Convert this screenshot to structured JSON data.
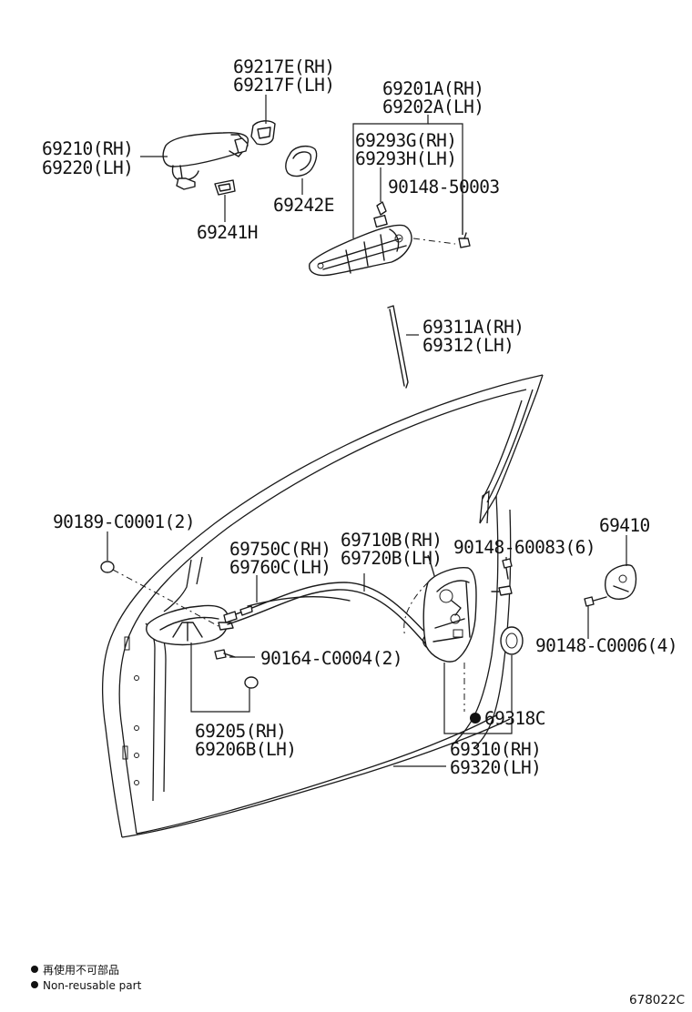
{
  "labels": {
    "l1a": "69217E(RH)",
    "l1b": "69217F(LH)",
    "l2a": "69201A(RH)",
    "l2b": "69202A(LH)",
    "l3a": "69210(RH)",
    "l3b": "69220(LH)",
    "l4a": "69293G(RH)",
    "l4b": "69293H(LH)",
    "l5": "90148-50003",
    "l6": "69242E",
    "l7": "69241H",
    "l8a": "69311A(RH)",
    "l8b": "69312(LH)",
    "l9": "90189-C0001(2)",
    "l10": "69410",
    "l11a": "69710B(RH)",
    "l11b": "69720B(LH)",
    "l12a": "69750C(RH)",
    "l12b": "69760C(LH)",
    "l13": "90148-60083(6)",
    "l14": "90148-C0006(4)",
    "l15": "90164-C0004(2)",
    "l16": "69318C",
    "l17a": "69205(RH)",
    "l17b": "69206B(LH)",
    "l18a": "69310(RH)",
    "l18b": "69320(LH)"
  },
  "legend": {
    "line1": "再使用不可部品",
    "line2": "Non-reusable part"
  },
  "diagram_code": "678022C"
}
